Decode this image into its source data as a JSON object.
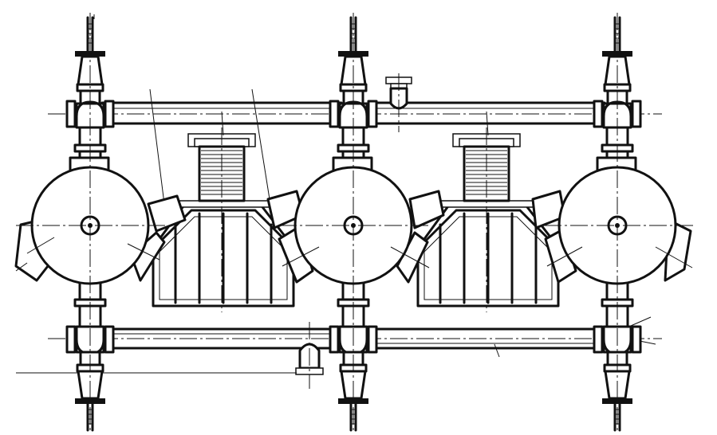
{
  "drawing": {
    "type": "engineering-plan",
    "line_color": "#111111",
    "background": "#ffffff",
    "components": {
      "drums": 3,
      "flue_boxes": 2,
      "upper_pipe_spans": 2,
      "lower_pipe_spans": 2,
      "vertical_risers": 3,
      "drain_traps": 2
    }
  }
}
